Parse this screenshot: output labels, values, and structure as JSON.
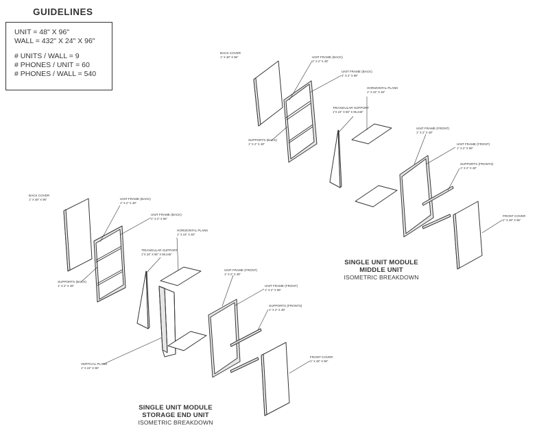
{
  "guidelines": {
    "heading": "GUIDELINES",
    "lines": [
      "UNIT = 48\" X 96\"",
      "WALL = 432\" X 24\" X 96\"",
      "# UNITS / WALL = 9",
      "# PHONES / UNIT = 60",
      "# PHONES / WALL = 540"
    ]
  },
  "modules": {
    "middle": {
      "title_line1": "SINGLE UNIT MODULE",
      "title_line2": "MIDDLE UNIT",
      "subtitle": "ISOMETRIC BREAKDOWN",
      "labels": {
        "back_cover": {
          "name": "BACK COVER",
          "dims": "1\" X 48\" X 96\""
        },
        "unit_frame_back_1": {
          "name": "UNIT FRAME (BACK)",
          "dims": "1\" X 2\" X 48\""
        },
        "unit_frame_back_2": {
          "name": "UNIT FRAME (BACK)",
          "dims": "1\" X 2\" X 96\""
        },
        "horizontal_plank": {
          "name": "HORIZONTAL PLANK",
          "dims": "1\" X 24\" X 48\""
        },
        "triangular_support": {
          "name": "TRIANGULAR SUPPORT",
          "dims": "1\"X 24\" X 96\" X 96.246\""
        },
        "supports_back": {
          "name": "SUPPORTS (BACK)",
          "dims": "1\" X 2\" X 48\""
        },
        "unit_frame_front_1": {
          "name": "UNIT FRAME (FRONT)",
          "dims": "1\" X 2\" X 48\""
        },
        "unit_frame_front_2": {
          "name": "UNIT FRAME (FRONT)",
          "dims": "1\" X 2\" X 96\""
        },
        "supports_fronts": {
          "name": "SUPPORTS (FRONTS)",
          "dims": "1\" X 2\" X 48\""
        },
        "front_cover": {
          "name": "FRONT COVER",
          "dims": "1\" X 48\" X 96\""
        }
      }
    },
    "storage": {
      "title_line1": "SINGLE UNIT MODULE",
      "title_line2": "STORAGE END UNIT",
      "subtitle": "ISOMETRIC BREAKDOWN",
      "labels": {
        "back_cover": {
          "name": "BACK COVER",
          "dims": "1\" X 48\" X 96\""
        },
        "unit_frame_back_1": {
          "name": "UNIT FRAME (BACK)",
          "dims": "1\" X 2\" X 48\""
        },
        "unit_frame_back_2": {
          "name": "UNIT FRAME (BACK)",
          "dims": "1\" X 2\" X 96\""
        },
        "horizontal_plank": {
          "name": "HORIZONTAL PLANK",
          "dims": "1\" X 24\" X 48\""
        },
        "triangular_support": {
          "name": "TRIANGULAR SUPPORT",
          "dims": "1\"X 24\" X 96\" X 96.246\""
        },
        "supports_back": {
          "name": "SUPPORTS (BACK)",
          "dims": "1\" X 2\" X 48\""
        },
        "unit_frame_front_1": {
          "name": "UNIT FRAME (FRONT)",
          "dims": "1\" X 2\" X 48\""
        },
        "unit_frame_front_2": {
          "name": "UNIT FRAME (FRONT)",
          "dims": "1\" X 2\" X 96\""
        },
        "supports_fronts": {
          "name": "SUPPORTS (FRONTS)",
          "dims": "1\" X 2\" X 48\""
        },
        "front_cover": {
          "name": "FRONT COVER",
          "dims": "1\" X 48\" X 96\""
        },
        "vertical_plank": {
          "name": "VERTICAL PLANK",
          "dims": "1\" X 24\" X 96\""
        }
      }
    }
  },
  "colors": {
    "ink": "#333333",
    "panel_fill": "#ffffff",
    "frame_fill": "#e6e6e6"
  }
}
